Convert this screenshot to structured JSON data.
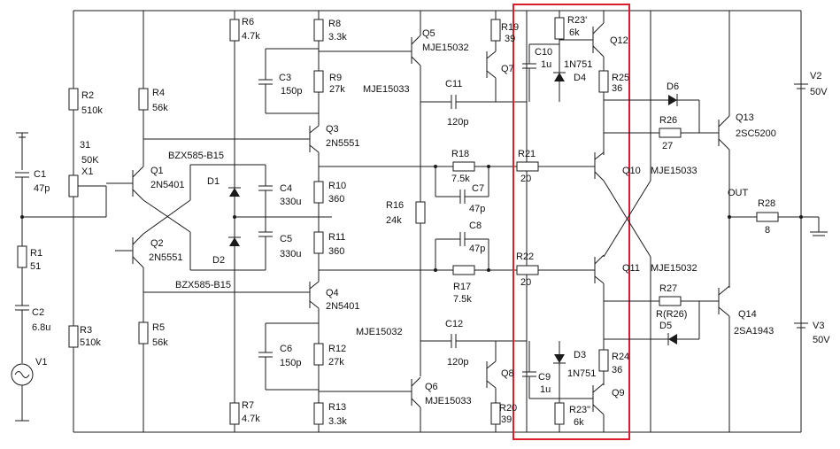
{
  "highlight_color": "#d9202a",
  "labels": {
    "R6": "R6",
    "R6v": "4.7k",
    "R8": "R8",
    "R8v": "3.3k",
    "Q5": "Q5",
    "Q5t": "MJE15032",
    "R19": "R19",
    "R19v": "39",
    "R23a": "R23'",
    "R23av": "6k",
    "Q12": "Q12",
    "C10": "C10",
    "C10v": "1u",
    "D4t": "1N751",
    "D4": "D4",
    "Q7": "Q7",
    "R25": "R25",
    "R25v": "36",
    "C3": "C3",
    "C3v": "150p",
    "R9": "R9",
    "R9v": "27k",
    "Q7t": "MJE15033",
    "C11": "C11",
    "C11v": "120p",
    "D6": "D6",
    "V2": "V2",
    "V2v": "50V",
    "R2": "R2",
    "R2v": "510k",
    "R4": "R4",
    "R4v": "56k",
    "Q3": "Q3",
    "Q3t": "2N5551",
    "R26": "R26",
    "R26v": "27",
    "Q13": "Q13",
    "Q13t": "2SC5200",
    "X31": "31",
    "X50k": "50K",
    "X1": "X1",
    "BZX1": "BZX585-B15",
    "C1": "C1",
    "C1v": "47p",
    "Q1": "Q1",
    "Q1t": "2N5401",
    "D1": "D1",
    "R18": "R18",
    "R18v": "7.5k",
    "R21": "R21",
    "R21v": "20",
    "Q10": "Q10",
    "Q10t": "MJE15033",
    "C4": "C4",
    "C4v": "330u",
    "R10": "R10",
    "R10v": "360",
    "C7": "C7",
    "C7v": "47p",
    "OUT": "OUT",
    "R16": "R16",
    "R16v": "24k",
    "R28": "R28",
    "R28v": "8",
    "C8": "C8",
    "C8v": "47p",
    "Q2": "Q2",
    "Q2t": "2N5551",
    "C5": "C5",
    "C5v": "330u",
    "R11": "R11",
    "R11v": "360",
    "R1": "R1",
    "R1v": "51",
    "D2": "D2",
    "R22": "R22",
    "R22v": "20",
    "Q11": "Q11",
    "Q11t": "MJE15032",
    "R17": "R17",
    "R17v": "7.5k",
    "BZX2": "BZX585-B15",
    "Q4": "Q4",
    "Q4t": "2N5401",
    "R27": "R27",
    "C2": "C2",
    "C2v": "6.8u",
    "R27v": "R(R26)",
    "Q14": "Q14",
    "Q14t": "2SA1943",
    "D5": "D5",
    "R5": "R5",
    "R5v": "56k",
    "R3": "R3",
    "R3v": "510k",
    "C6": "C6",
    "C6v": "150p",
    "Q8t": "MJE15032",
    "C12": "C12",
    "C12v": "120p",
    "D3": "D3",
    "V3": "V3",
    "V3v": "50V",
    "R12": "R12",
    "R12v": "27k",
    "Q8": "Q8",
    "D3t": "1N751",
    "R24": "R24",
    "R24v": "36",
    "C9": "C9",
    "C9v": "1u",
    "V1": "V1",
    "Q6": "Q6",
    "Q6t": "MJE15033",
    "Q9": "Q9",
    "R7": "R7",
    "R7v": "4.7k",
    "R13": "R13",
    "R13v": "3.3k",
    "R20": "R20",
    "R20v": "39",
    "R23b": "R23\"",
    "R23bv": "6k"
  }
}
